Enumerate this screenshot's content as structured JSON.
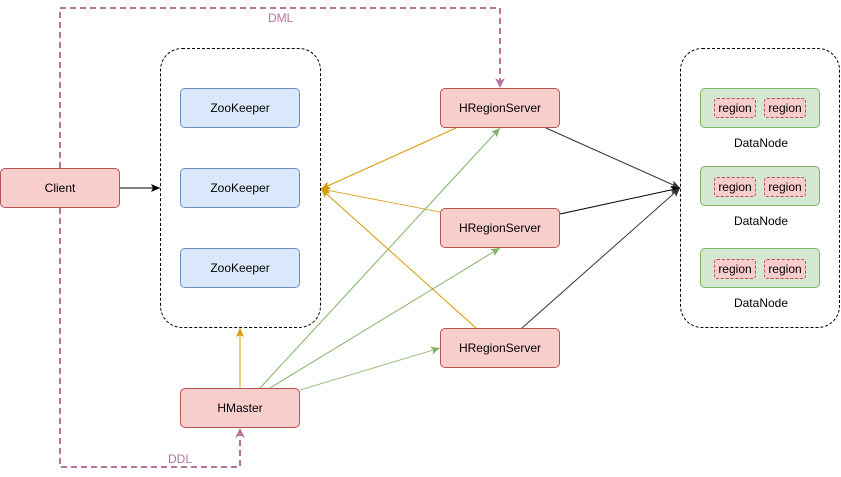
{
  "client": "Client",
  "zookeepers": [
    "ZooKeeper",
    "ZooKeeper",
    "ZooKeeper"
  ],
  "hmaster": "HMaster",
  "region_servers": [
    "HRegionServer",
    "HRegionServer",
    "HRegionServer"
  ],
  "datanodes": [
    {
      "label": "DataNode",
      "regions": [
        "region",
        "region"
      ]
    },
    {
      "label": "DataNode",
      "regions": [
        "region",
        "region"
      ]
    },
    {
      "label": "DataNode",
      "regions": [
        "region",
        "region"
      ]
    }
  ],
  "edge_labels": {
    "dml": "DML",
    "ddl": "DDL"
  },
  "colors": {
    "pink_fill": "#f8cecc",
    "pink_stroke": "#b85450",
    "blue_fill": "#dae8fc",
    "blue_stroke": "#6c8ebf",
    "green_fill": "#d5e8d4",
    "green_stroke": "#82b366",
    "orange_line": "#d79b00",
    "green_line": "#82b366",
    "magenta_line": "#b5739d"
  }
}
